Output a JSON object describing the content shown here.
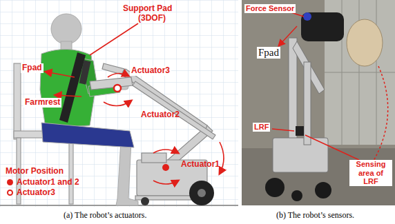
{
  "diagram": {
    "labels": [
      "Support Pad",
      "(3DOF)",
      "Fpad",
      "Farmrest",
      "Actuator3",
      "Actuator2",
      "Actuator1",
      "Motor Position",
      "(a) The robot’s actuators.",
      "Force Sensor",
      "Fpad",
      "LRF",
      "Sensing area of LRF",
      "(b) The robot’s sensors."
    ],
    "legend": [
      {
        "text": "Actuator1 and 2"
      },
      {
        "text": "Actuator3"
      }
    ]
  }
}
